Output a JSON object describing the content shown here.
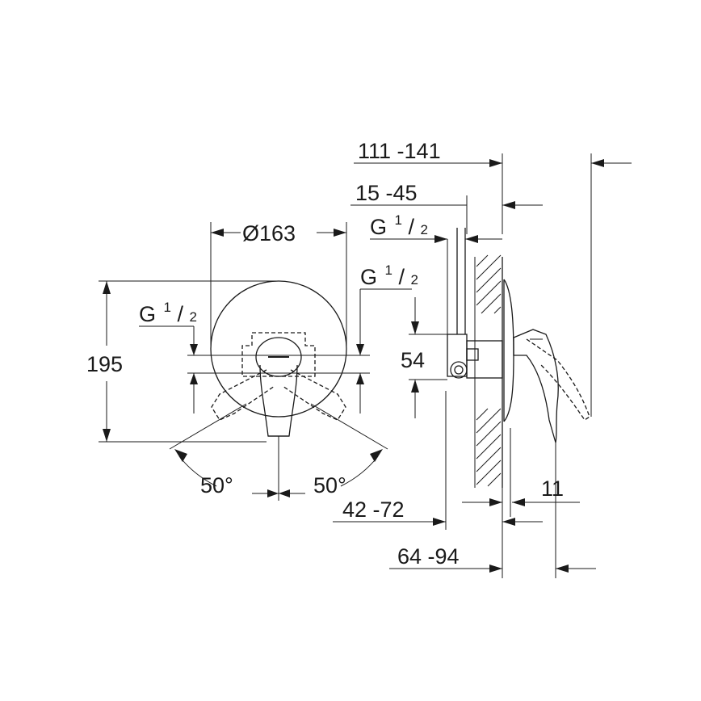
{
  "front_view": {
    "diameter_label": "Ø163",
    "height_label": "195",
    "thread_left": {
      "g": "G",
      "num": "1",
      "sep": "/",
      "den": "2"
    },
    "thread_right": {
      "g": "G",
      "num": "1",
      "sep": "/",
      "den": "2"
    },
    "angle_left_label": "50°",
    "angle_right_label": "50°"
  },
  "side_view": {
    "projection_label": "111 -141",
    "wall_range_label": "15 -45",
    "thread_top": {
      "g": "G",
      "num": "1",
      "sep": "/",
      "den": "2"
    },
    "body_height_label": "54",
    "plate_thickness_label": "11",
    "inner_depth_label": "42 -72",
    "outer_depth_label": "64 -94"
  }
}
